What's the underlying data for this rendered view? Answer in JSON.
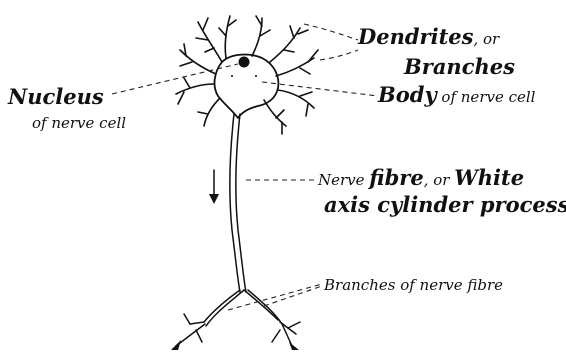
{
  "labels": {
    "dendrites_line1": "Dendrites",
    "dendrites_line1_suffix": ", or",
    "dendrites_line2": "Branches",
    "nucleus_line1": "Nucleus",
    "nucleus_line2": "of nerve cell",
    "body_bold": "Body",
    "body_rest": " of nerve cell",
    "fibre_prefix": "Nerve ",
    "fibre_bold": "fibre",
    "fibre_mid": ", or ",
    "fibre_bold2": "White",
    "fibre_line2": "axis cylinder process",
    "branches_fibre": "Branches of nerve fibre"
  }
}
